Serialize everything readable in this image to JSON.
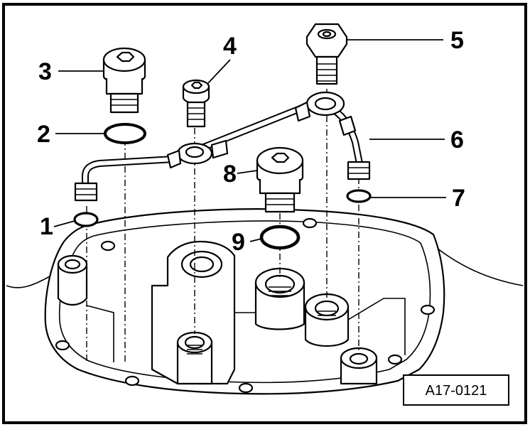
{
  "diagram": {
    "callouts": [
      {
        "id": "1",
        "label": "1"
      },
      {
        "id": "2",
        "label": "2"
      },
      {
        "id": "3",
        "label": "3"
      },
      {
        "id": "4",
        "label": "4"
      },
      {
        "id": "5",
        "label": "5"
      },
      {
        "id": "6",
        "label": "6"
      },
      {
        "id": "7",
        "label": "7"
      },
      {
        "id": "8",
        "label": "8"
      },
      {
        "id": "9",
        "label": "9"
      }
    ],
    "reference_code": "A17-0121"
  }
}
